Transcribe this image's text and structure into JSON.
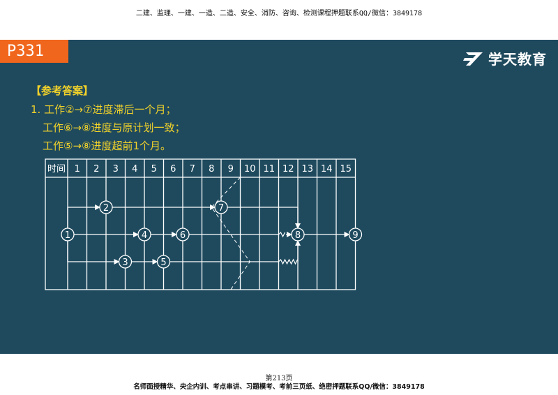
{
  "header": {
    "text": "二建、监理、一建、一造、二造、安全、消防、咨询、检测课程押题联系QQ/微信：3849178"
  },
  "slide": {
    "page_label": "P331",
    "logo_text": "学天教育",
    "answer_title": "【参考答案】",
    "lines": [
      "1. 工作②→⑦进度滞后一个月；",
      "工作⑥→⑧进度与原计划一致；",
      "工作⑤→⑧进度超前1个月。"
    ],
    "table": {
      "corner_label": "时间",
      "columns": [
        "1",
        "2",
        "3",
        "4",
        "5",
        "6",
        "7",
        "8",
        "9",
        "10",
        "11",
        "12",
        "13",
        "14",
        "15"
      ]
    },
    "nodes": [
      {
        "label": "1",
        "col": 0,
        "row": 1
      },
      {
        "label": "2",
        "col": 2,
        "row": 0
      },
      {
        "label": "3",
        "col": 3,
        "row": 2
      },
      {
        "label": "4",
        "col": 4,
        "row": 1
      },
      {
        "label": "5",
        "col": 5,
        "row": 2
      },
      {
        "label": "6",
        "col": 6,
        "row": 1
      },
      {
        "label": "7",
        "col": 8,
        "row": 0
      },
      {
        "label": "8",
        "col": 12,
        "row": 1
      },
      {
        "label": "9",
        "col": 15,
        "row": 1
      }
    ]
  },
  "footer": {
    "page_number": "第213页",
    "text": "名师面授精华、央企内训、考点串讲、习题模考、考前三页纸、绝密押题联系QQ/微信：3849178"
  },
  "colors": {
    "slide_bg": "#1f4a5e",
    "badge": "#f0661d",
    "answer_text": "#f2d22a",
    "lines": "#ffffff"
  }
}
